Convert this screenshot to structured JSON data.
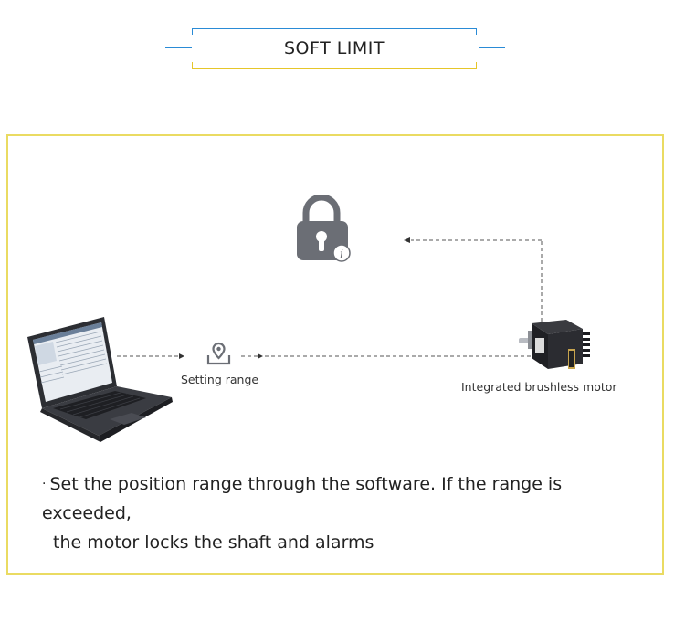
{
  "header": {
    "title": "SOFT LIMIT"
  },
  "diagram": {
    "setting_label": "Setting range",
    "motor_label": "Integrated brushless motor"
  },
  "description": {
    "bullet": "·",
    "line1": "Set the position range through the software. If the range is exceeded,",
    "line2": "the motor locks the shaft and alarms"
  },
  "colors": {
    "accent_blue": "#2a8bd6",
    "accent_yellow": "#eadb62",
    "icon_gray": "#6b6e75"
  }
}
